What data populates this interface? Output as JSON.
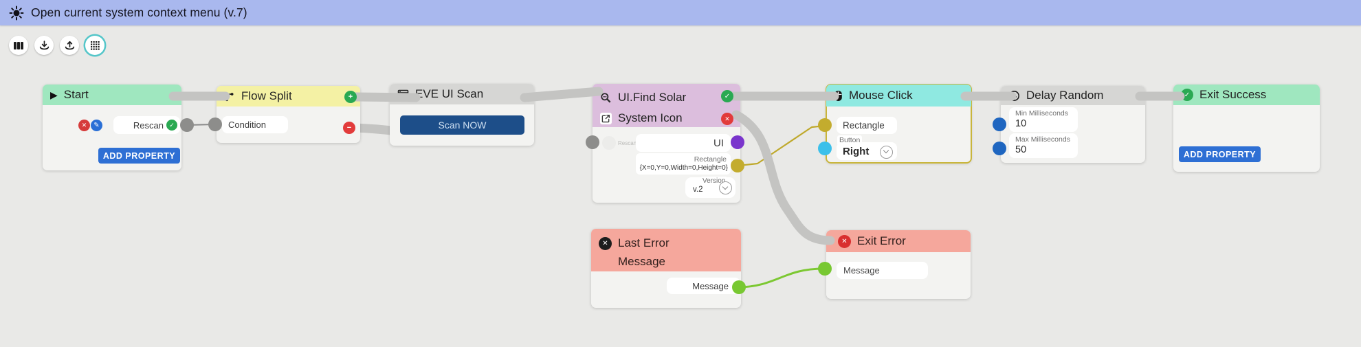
{
  "header": {
    "title": "Open current system context menu (v.7)"
  },
  "toolbar": {
    "icons": [
      "columns-icon",
      "import-icon",
      "export-icon",
      "grid-icon"
    ],
    "active_icon": "grid-icon"
  },
  "glyphs": {
    "play": "▶",
    "plus": "+",
    "minus": "−",
    "check": "✓",
    "cross": "✕",
    "pencil": "✎"
  },
  "nodes": {
    "start": {
      "title": "Start",
      "property_value": "Rescan",
      "add_property_label": "ADD PROPERTY"
    },
    "flow_split": {
      "title": "Flow Split",
      "property_value": "Condition"
    },
    "eve_ui_scan": {
      "title": "EVE UI Scan",
      "scan_button_label": "Scan NOW"
    },
    "ui_find": {
      "title_line1": "UI.Find Solar",
      "title_line2": "System Icon",
      "faded_chip_label": "Rescan",
      "ui_value": "UI",
      "rectangle_label": "Rectangle",
      "rectangle_value": "{X=0,Y=0,Width=0,Height=0}",
      "version_label": "Version",
      "version_value": "v.2"
    },
    "mouse_click": {
      "title": "Mouse Click",
      "rectangle_value": "Rectangle",
      "button_label": "Button",
      "button_value": "Right"
    },
    "delay_random": {
      "title": "Delay Random",
      "min_label": "Min Milliseconds",
      "min_value": "10",
      "max_label": "Max Milliseconds",
      "max_value": "50"
    },
    "exit_success": {
      "title": "Exit Success",
      "add_property_label": "ADD PROPERTY"
    },
    "last_error_message": {
      "title_line1": "Last Error",
      "title_line2": "Message",
      "message_value": "Message"
    },
    "exit_error": {
      "title": "Exit Error",
      "message_value": "Message"
    }
  },
  "colors": {
    "topbar": "#a9b8ee",
    "canvas": "#e9e9e7",
    "node_body": "#f3f3f1",
    "header_green": "#9fe7bf",
    "header_yellow": "#f4f1a4",
    "header_gray": "#d6d6d4",
    "header_purple": "#dcbedd",
    "header_cyan": "#8fe9e1",
    "header_red": "#f5a79c",
    "button_blue": "#2e6fd4",
    "button_dark_blue": "#1d4e89",
    "wire_gray": "#c4c4c2",
    "wire_yellow": "#bfa92c",
    "wire_green": "#7cc832",
    "selection_yellow": "#c9b53b"
  }
}
